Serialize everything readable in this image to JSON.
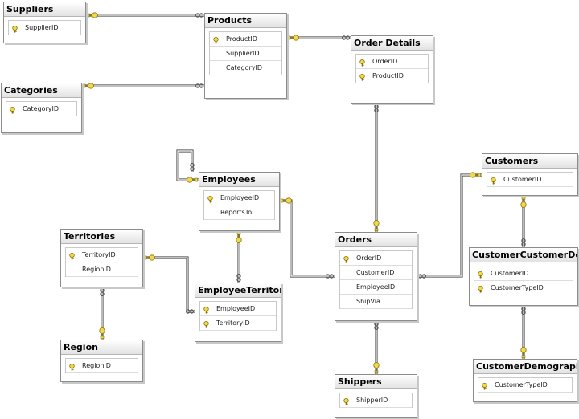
{
  "diagram": {
    "colors": {
      "line": "#555555",
      "key_fill": "#f2d84b",
      "key_stroke": "#8a7200",
      "header_top": "#ffffff",
      "header_bottom": "#e2e2e2",
      "border": "#8c8c8c"
    },
    "tables": [
      {
        "id": "suppliers",
        "name": "Suppliers",
        "rows": [
          {
            "label": "SupplierID",
            "key": true
          }
        ]
      },
      {
        "id": "products",
        "name": "Products",
        "rows": [
          {
            "label": "ProductID",
            "key": true
          },
          {
            "label": "SupplierID",
            "key": false
          },
          {
            "label": "CategoryID",
            "key": false
          }
        ]
      },
      {
        "id": "orderdetails",
        "name": "Order Details",
        "rows": [
          {
            "label": "OrderID",
            "key": true
          },
          {
            "label": "ProductID",
            "key": true
          }
        ]
      },
      {
        "id": "categories",
        "name": "Categories",
        "rows": [
          {
            "label": "CategoryID",
            "key": true
          }
        ]
      },
      {
        "id": "employees",
        "name": "Employees",
        "rows": [
          {
            "label": "EmployeeID",
            "key": true
          },
          {
            "label": "ReportsTo",
            "key": false
          }
        ]
      },
      {
        "id": "customers",
        "name": "Customers",
        "rows": [
          {
            "label": "CustomerID",
            "key": true
          }
        ]
      },
      {
        "id": "territories",
        "name": "Territories",
        "rows": [
          {
            "label": "TerritoryID",
            "key": true
          },
          {
            "label": "RegionID",
            "key": false
          }
        ]
      },
      {
        "id": "orders",
        "name": "Orders",
        "rows": [
          {
            "label": "OrderID",
            "key": true
          },
          {
            "label": "CustomerID",
            "key": false
          },
          {
            "label": "EmployeeID",
            "key": false
          },
          {
            "label": "ShipVia",
            "key": false
          }
        ]
      },
      {
        "id": "customercustomerdemo",
        "name": "CustomerCustomerDemo",
        "rows": [
          {
            "label": "CustomerID",
            "key": true
          },
          {
            "label": "CustomerTypeID",
            "key": true
          }
        ]
      },
      {
        "id": "employeeterritories",
        "name": "EmployeeTerritories",
        "rows": [
          {
            "label": "EmployeeID",
            "key": true
          },
          {
            "label": "TerritoryID",
            "key": true
          }
        ]
      },
      {
        "id": "region",
        "name": "Region",
        "rows": [
          {
            "label": "RegionID",
            "key": true
          }
        ]
      },
      {
        "id": "shippers",
        "name": "Shippers",
        "rows": [
          {
            "label": "ShipperID",
            "key": true
          }
        ]
      },
      {
        "id": "customerdemographics",
        "name": "CustomerDemographics",
        "rows": [
          {
            "label": "CustomerTypeID",
            "key": true
          }
        ]
      }
    ],
    "relationships": [
      {
        "id": "suppliers-products",
        "one": "suppliers",
        "many": "products"
      },
      {
        "id": "categories-products",
        "one": "categories",
        "many": "products"
      },
      {
        "id": "products-orderdetails",
        "one": "products",
        "many": "orderdetails"
      },
      {
        "id": "orders-orderdetails",
        "one": "orders",
        "many": "orderdetails"
      },
      {
        "id": "employees-self",
        "one": "employees",
        "many": "employees"
      },
      {
        "id": "employees-orders",
        "one": "employees",
        "many": "orders"
      },
      {
        "id": "customers-orders",
        "one": "customers",
        "many": "orders"
      },
      {
        "id": "employees-employeeterritories",
        "one": "employees",
        "many": "employeeterritories"
      },
      {
        "id": "territories-employeeterritories",
        "one": "territories",
        "many": "employeeterritories"
      },
      {
        "id": "region-territories",
        "one": "region",
        "many": "territories"
      },
      {
        "id": "shippers-orders",
        "one": "shippers",
        "many": "orders"
      },
      {
        "id": "customers-customercustomerdemo",
        "one": "customers",
        "many": "customercustomerdemo"
      },
      {
        "id": "customerdemographics-customercustomerdemo",
        "one": "customerdemographics",
        "many": "customercustomerdemo"
      }
    ]
  }
}
